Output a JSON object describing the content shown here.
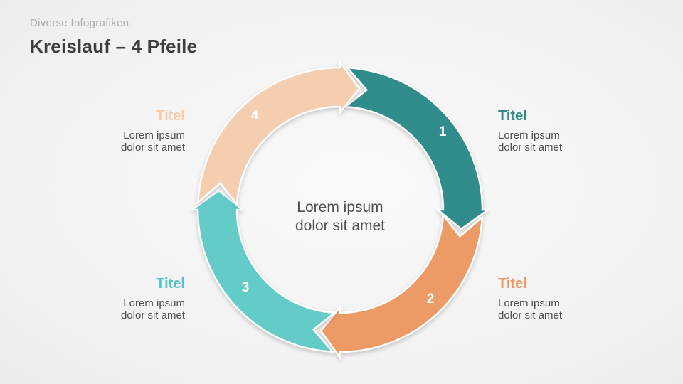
{
  "slide": {
    "eyebrow": "Diverse Infografiken",
    "title": "Kreislauf – 4 Pfeile"
  },
  "diagram": {
    "type": "cycle-4-arrows",
    "direction": "clockwise",
    "center_text": "Lorem ipsum\ndolor sit amet",
    "segments": [
      {
        "number": "1",
        "arrow_color": "#318C8C",
        "title": "Titel",
        "title_color": "#2E8B8B",
        "description": "Lorem ipsum\ndolor sit amet"
      },
      {
        "number": "2",
        "arrow_color": "#EC9A66",
        "title": "Titel",
        "title_color": "#EE9660",
        "description": "Lorem ipsum\ndolor sit amet"
      },
      {
        "number": "3",
        "arrow_color": "#63CCC9",
        "title": "Titel",
        "title_color": "#4FC5C5",
        "description": "Lorem ipsum\ndolor sit amet"
      },
      {
        "number": "4",
        "arrow_color": "#F5CDAF",
        "title": "Titel",
        "title_color": "#F6CCA9",
        "description": "Lorem ipsum\ndolor sit amet"
      }
    ]
  }
}
